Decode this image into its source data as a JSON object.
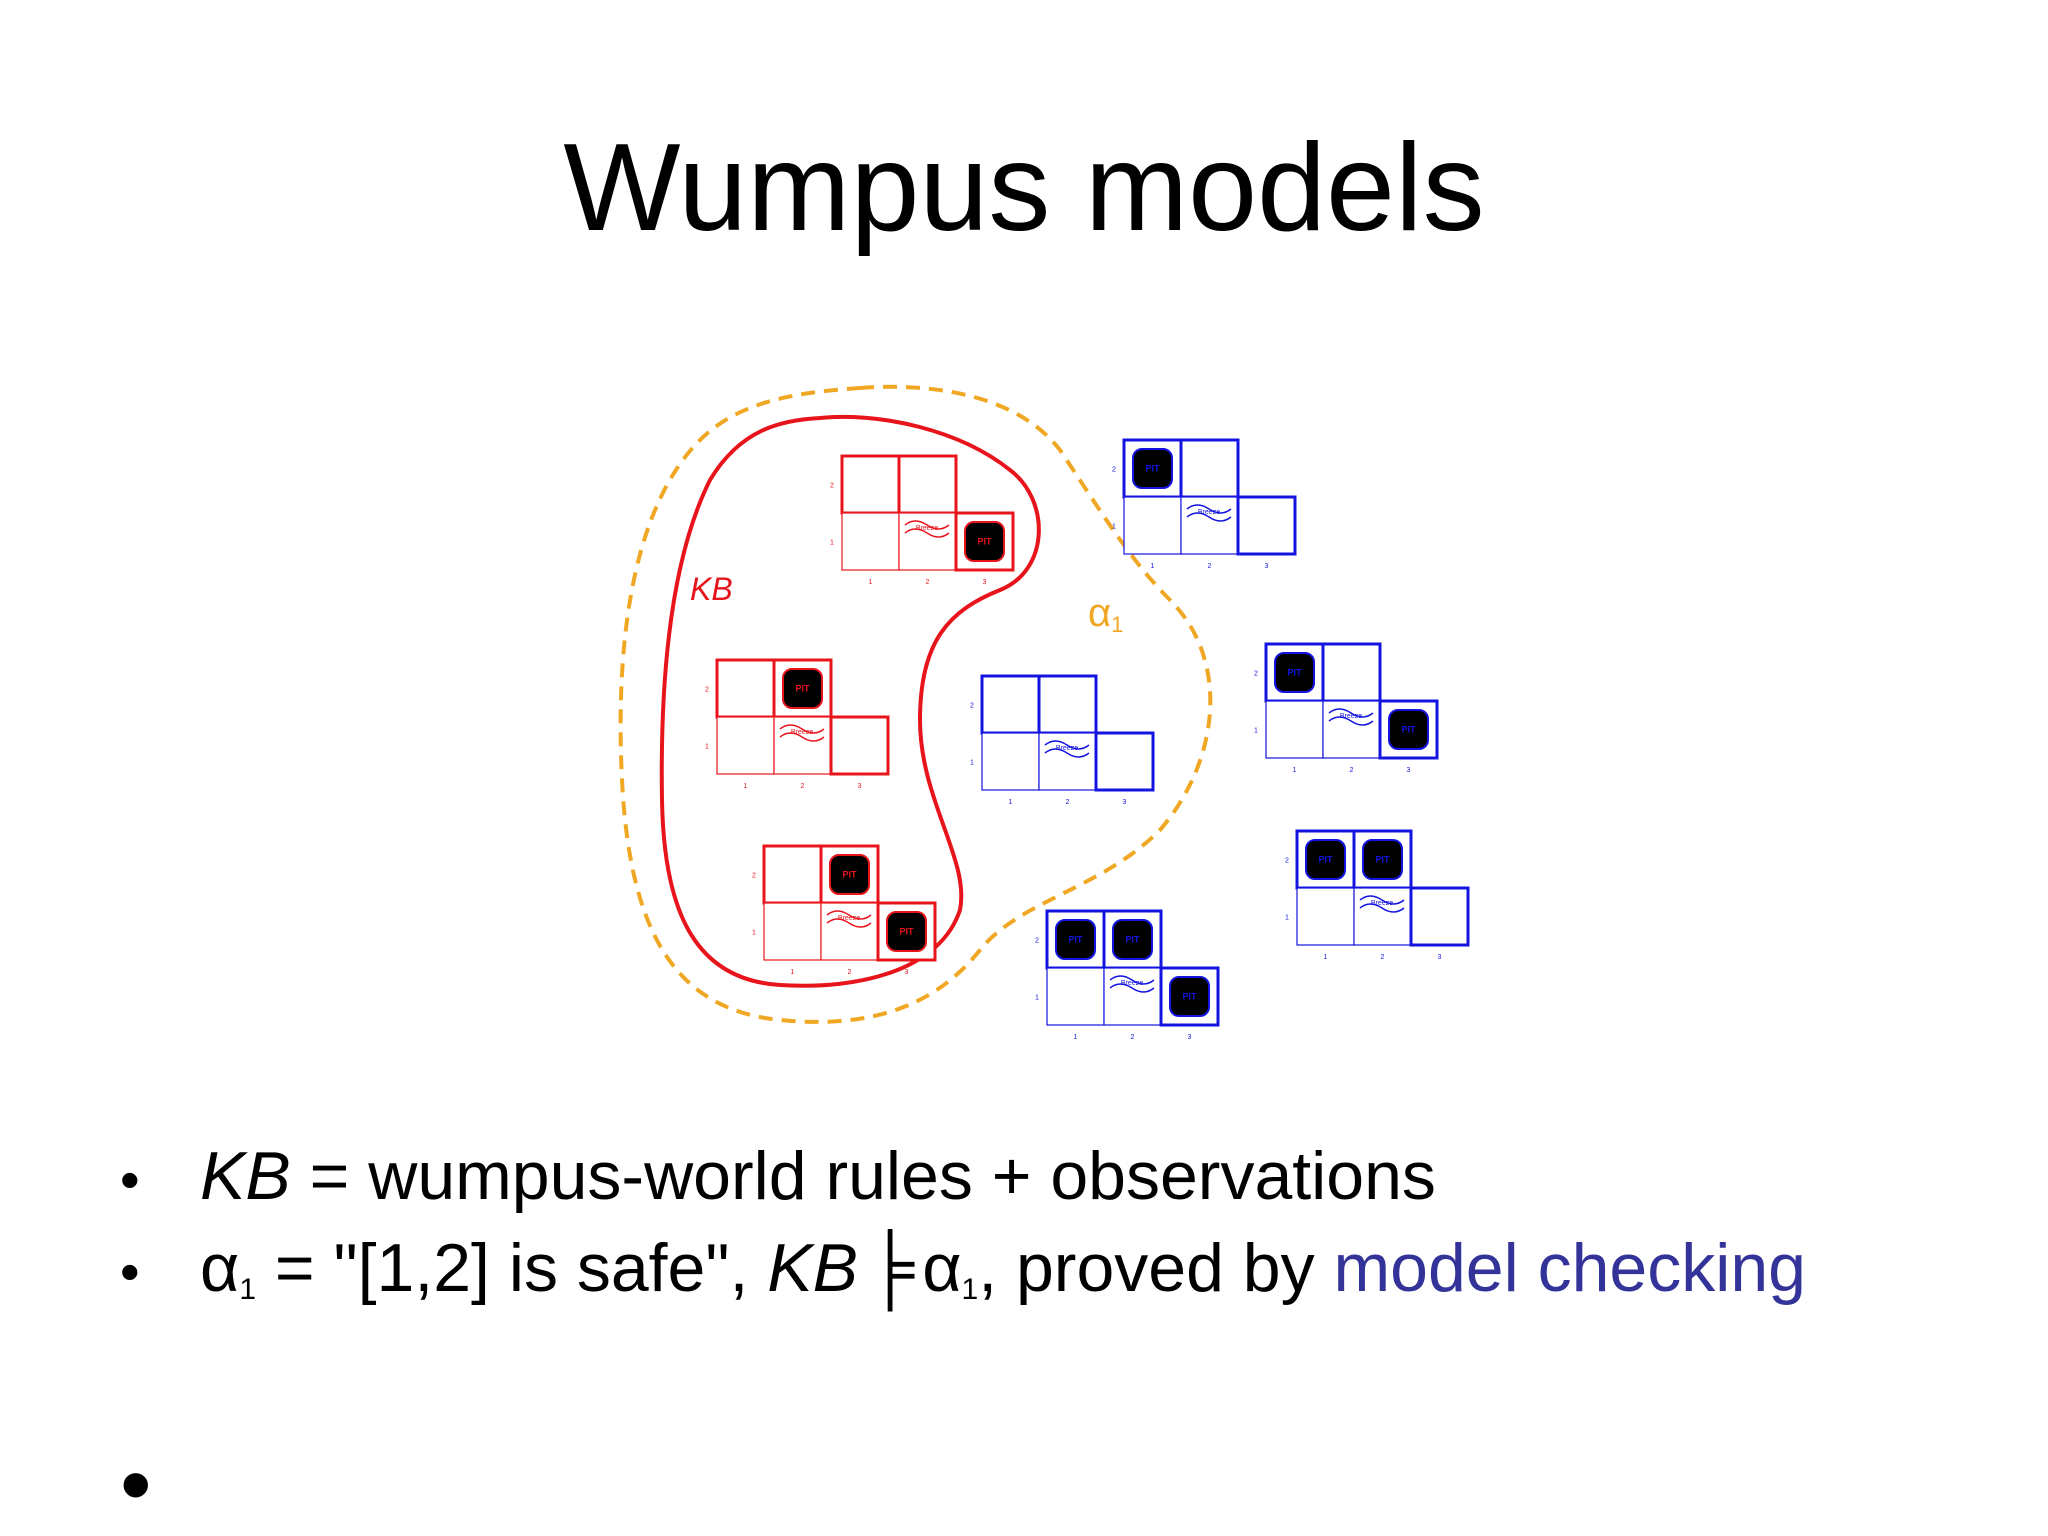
{
  "slide": {
    "title": "Wumpus models"
  },
  "diagram": {
    "kb_label": "KB",
    "alpha_label": "α",
    "alpha_subscript": "1",
    "pit_text": "PIT",
    "breeze_text": "Breeze",
    "row_ticks": [
      "2",
      "1"
    ],
    "col_ticks": [
      "1",
      "2",
      "3"
    ],
    "colors": {
      "kb": "#e8141b",
      "alpha": "#f0a824",
      "model": "#1414e0",
      "pit_fill": "#000000"
    }
  },
  "bullets": {
    "b1_kb": "KB",
    "b1_rest": " = wumpus-world rules + observations",
    "b2_alpha": "α",
    "b2_alpha_sub": "1",
    "b2_text1": " = \"[1,2] is safe\", ",
    "b2_kb": "KB",
    "b2_entails": "╞",
    "b2_alpha2": "α",
    "b2_alpha2_sub": "1",
    "b2_text2": ", proved by ",
    "b2_link": "model checking",
    "bullet_char": "•"
  }
}
